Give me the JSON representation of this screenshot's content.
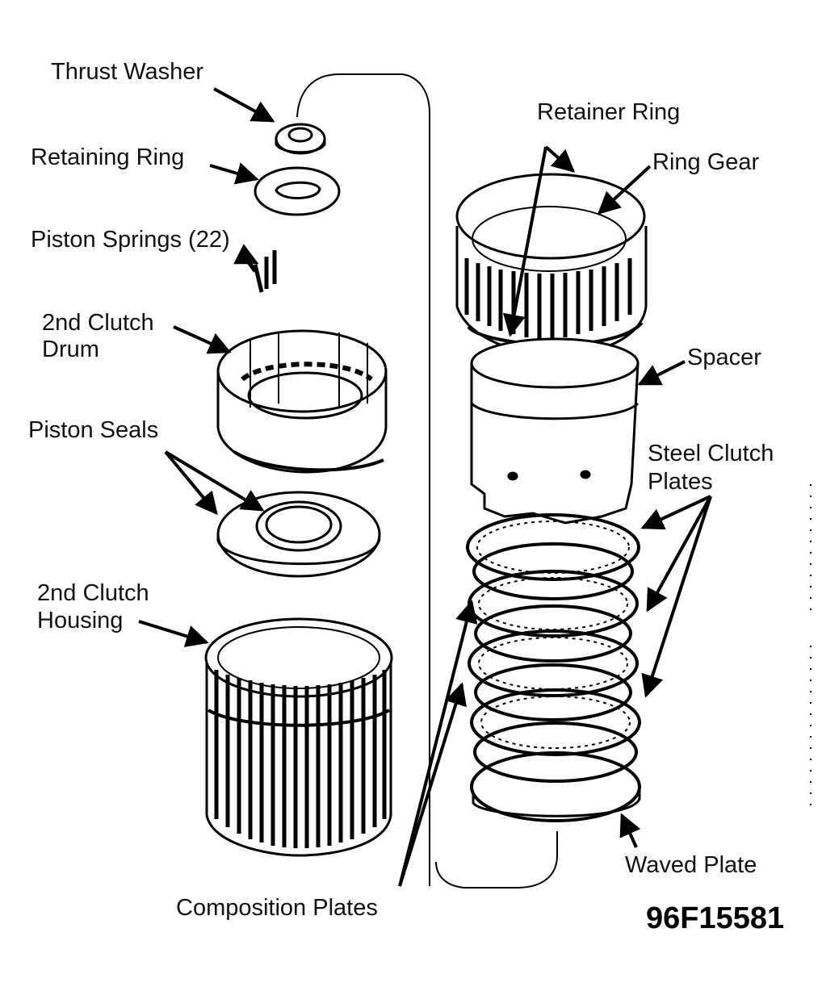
{
  "labels": {
    "thrust_washer": "Thrust Washer",
    "retaining_ring": "Retaining Ring",
    "piston_springs": "Piston Springs (22)",
    "clutch_drum_line1": "2nd Clutch",
    "clutch_drum_line2": "Drum",
    "piston_seals": "Piston Seals",
    "clutch_housing_line1": "2nd Clutch",
    "clutch_housing_line2": "Housing",
    "retainer_ring": "Retainer Ring",
    "ring_gear": "Ring Gear",
    "spacer": "Spacer",
    "steel_clutch_plates_line1": "Steel Clutch",
    "steel_clutch_plates_line2": "Plates",
    "waved_plate": "Waved Plate",
    "composition_plates": "Composition Plates"
  },
  "figure_id": "96F15581",
  "colors": {
    "ink": "#000000",
    "paper": "#ffffff"
  }
}
